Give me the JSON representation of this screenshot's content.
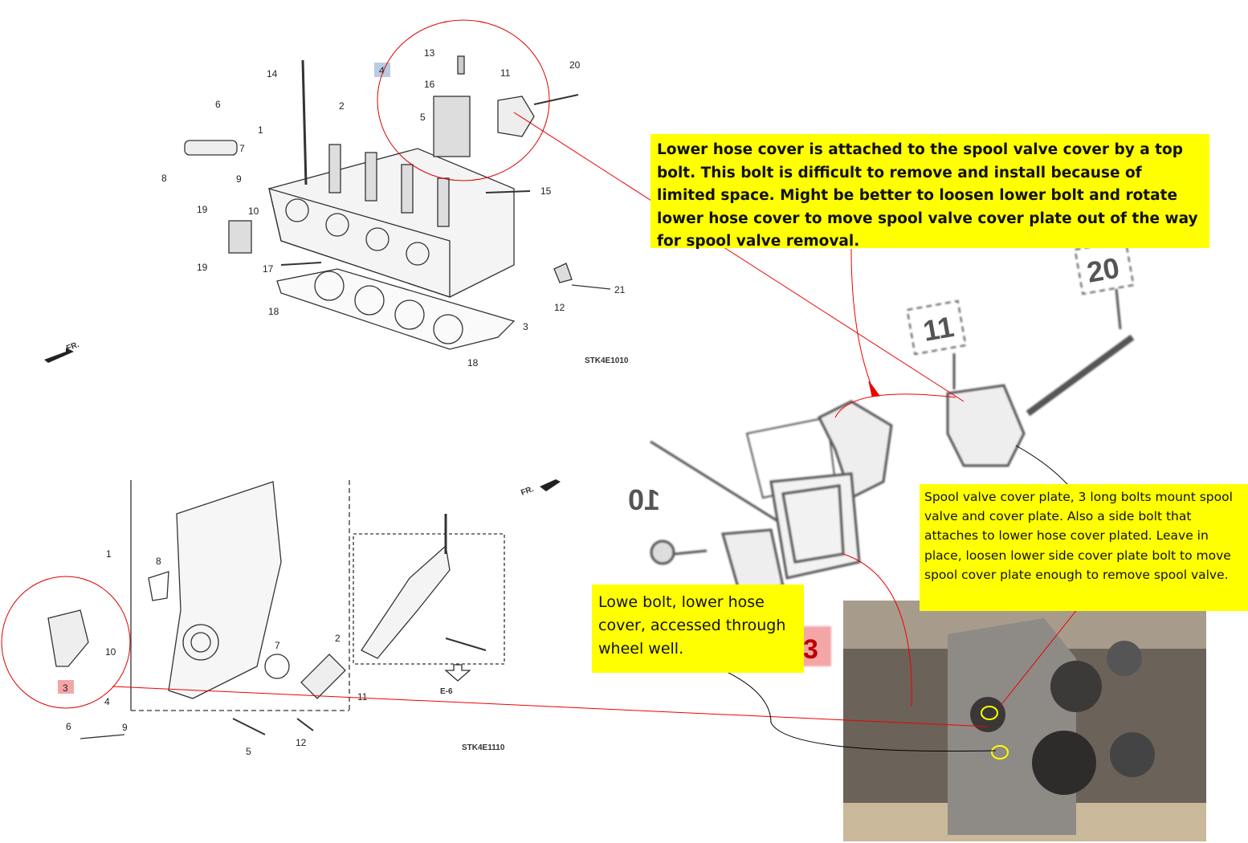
{
  "top_diagram": {
    "code": "STK4E1010",
    "front_marker": "FR.",
    "part_labels": [
      "14",
      "4",
      "13",
      "16",
      "5",
      "11",
      "20",
      "6",
      "2",
      "1",
      "7",
      "8",
      "9",
      "19",
      "10",
      "15",
      "19",
      "17",
      "12",
      "21",
      "18",
      "3",
      "18"
    ]
  },
  "bottom_diagram": {
    "code": "STK4E1110",
    "front_marker": "FR.",
    "ref": "E-6",
    "part_labels": [
      "1",
      "8",
      "7",
      "2",
      "10",
      "3",
      "11",
      "4",
      "6",
      "9",
      "5",
      "12"
    ]
  },
  "zoomed_detail": {
    "part_labels": [
      "11",
      "20",
      "10",
      "3"
    ]
  },
  "notes": {
    "top": "Lower hose cover is attached to the spool valve cover by a top bolt. This bolt is difficult to remove and install because of limited space. Might be better to loosen lower bolt and rotate lower hose cover to move spool valve cover plate out of the way for spool valve removal.",
    "right": "Spool valve cover plate, 3 long bolts mount spool valve and cover plate. Also a side bolt that attaches to lower hose cover plated. Leave in place, loosen lower side cover plate bolt to move spool cover plate enough to remove spool valve.",
    "left": "Lowe bolt, lower hose cover, accessed through wheel well."
  },
  "colors": {
    "note_bg": "#ffff00",
    "annotation_line": "#e00000",
    "highlight_4": "#b8cce4",
    "highlight_3": "#f4a6a6"
  }
}
